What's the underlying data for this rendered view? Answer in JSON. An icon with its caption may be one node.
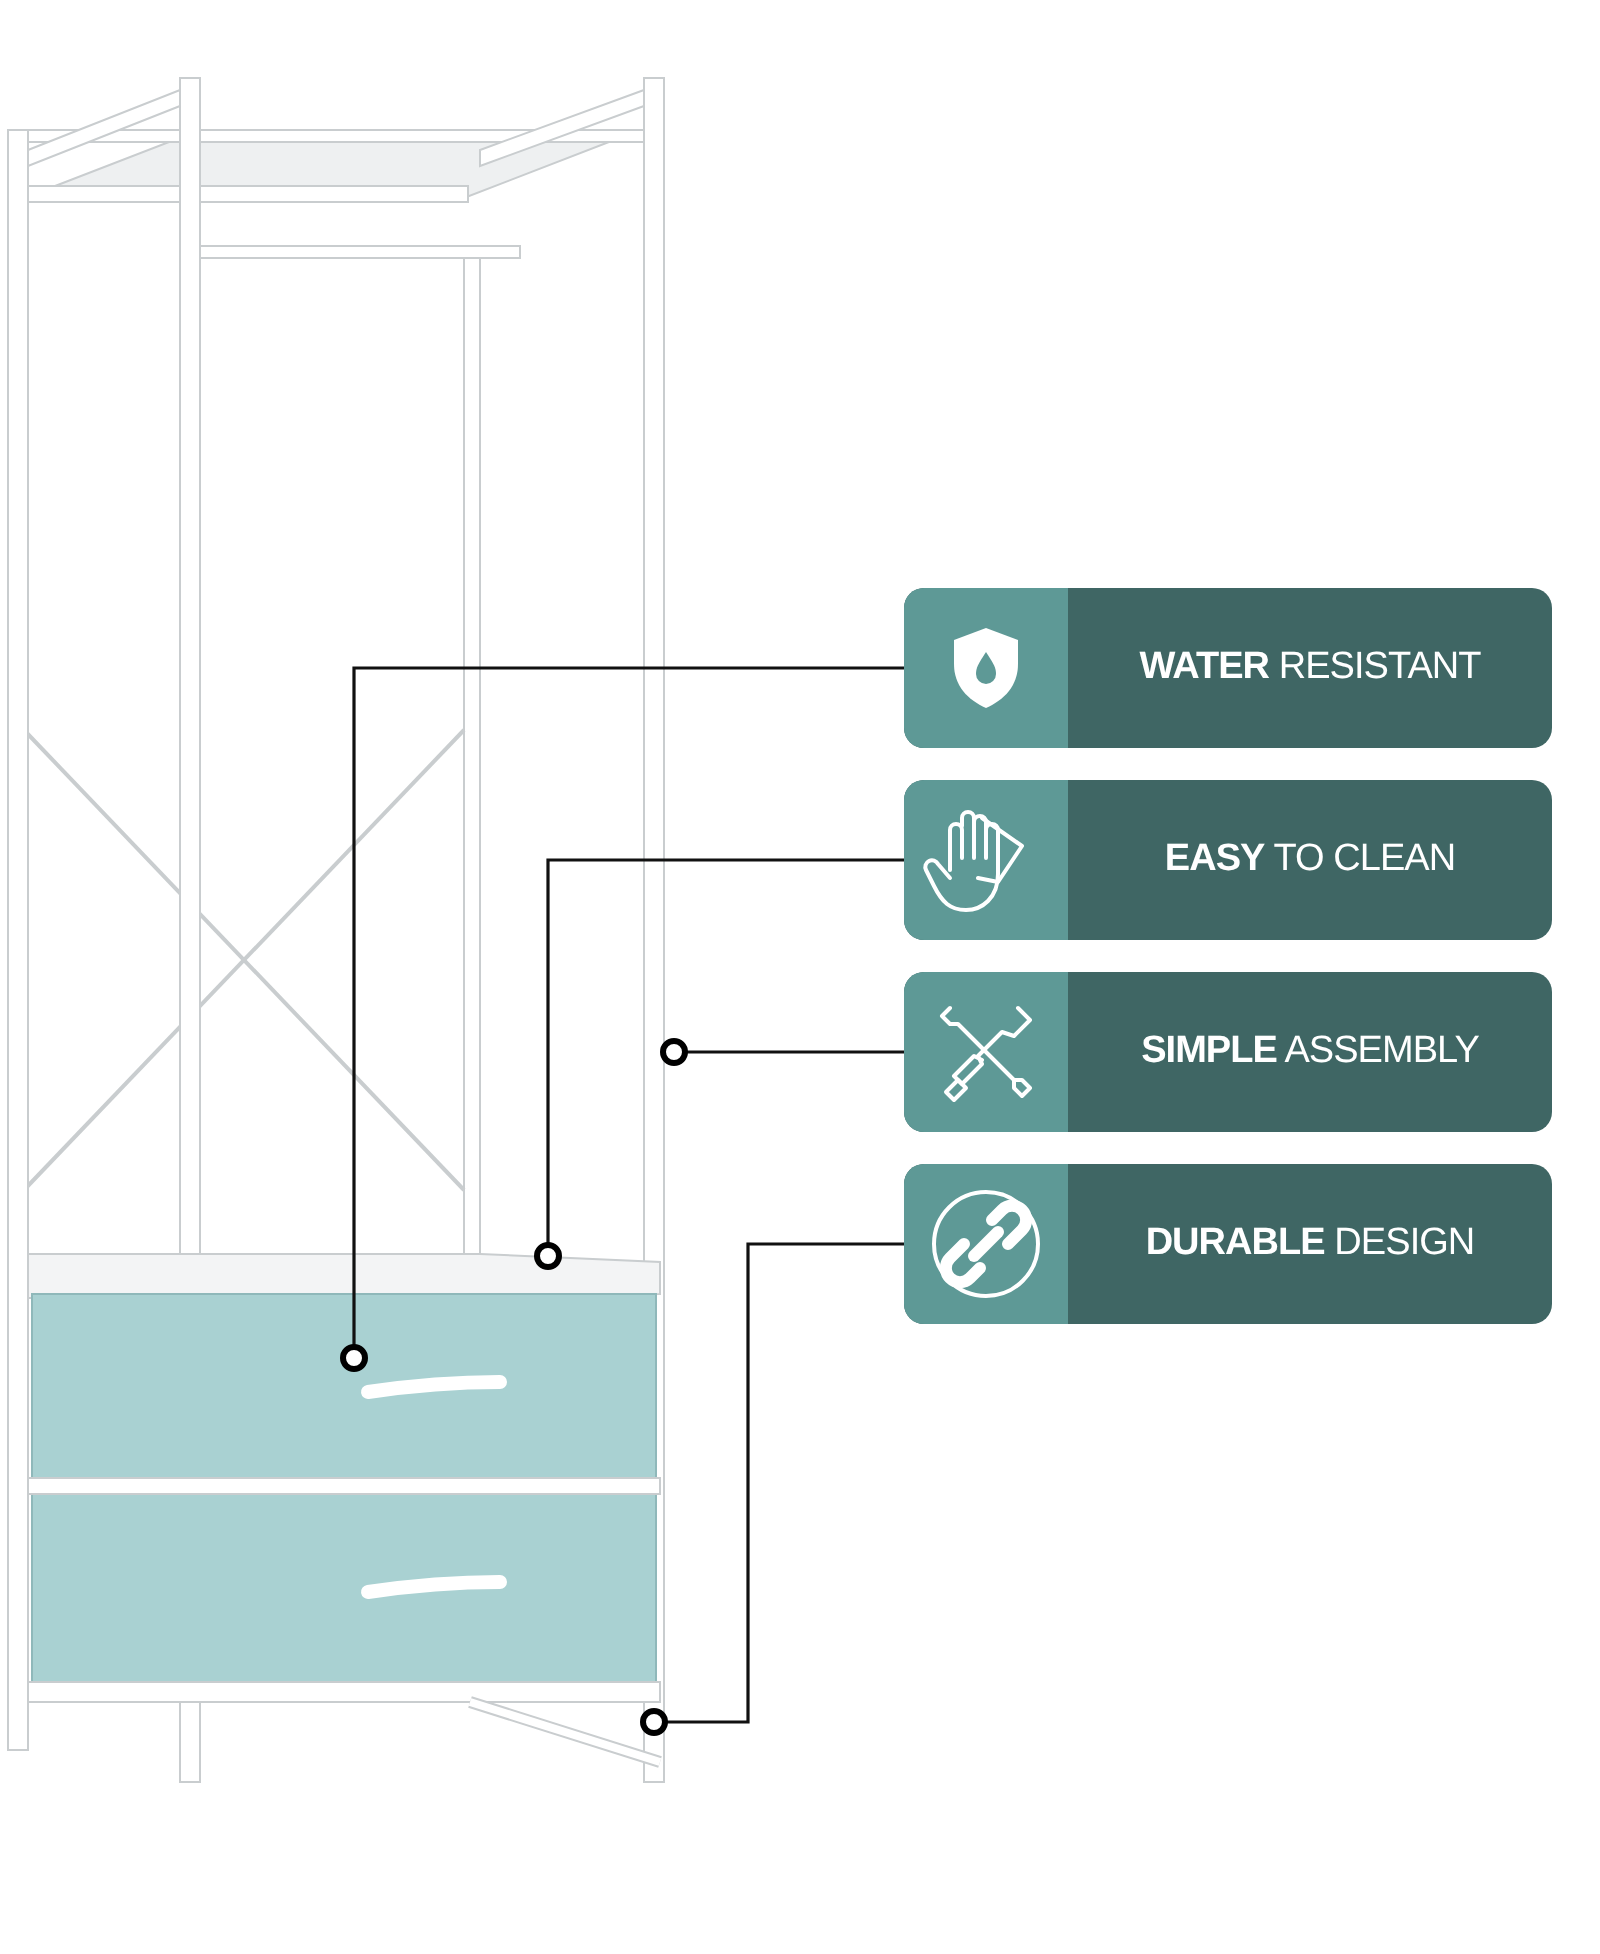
{
  "diagram": {
    "nodes": [
      {
        "text": [],
        "shape": "picture"
      },
      {
        "text": [
          "**WATER** RESISTANT"
        ]
      },
      {
        "text": [
          "**EASY** TO CLEAN"
        ]
      },
      {
        "text": [
          "**SIMPLE** ASSEMBLY"
        ]
      },
      {
        "text": [
          "**DURABLE** DESIGN"
        ]
      }
    ],
    "edges": [
      {
        "from": 1,
        "to": 0,
        "arrow": "other"
      },
      {
        "from": 2,
        "to": 0,
        "arrow": "other"
      },
      {
        "from": 3,
        "to": 0,
        "arrow": "other"
      },
      {
        "from": 4,
        "to": 0,
        "arrow": "other"
      }
    ]
  }
}
